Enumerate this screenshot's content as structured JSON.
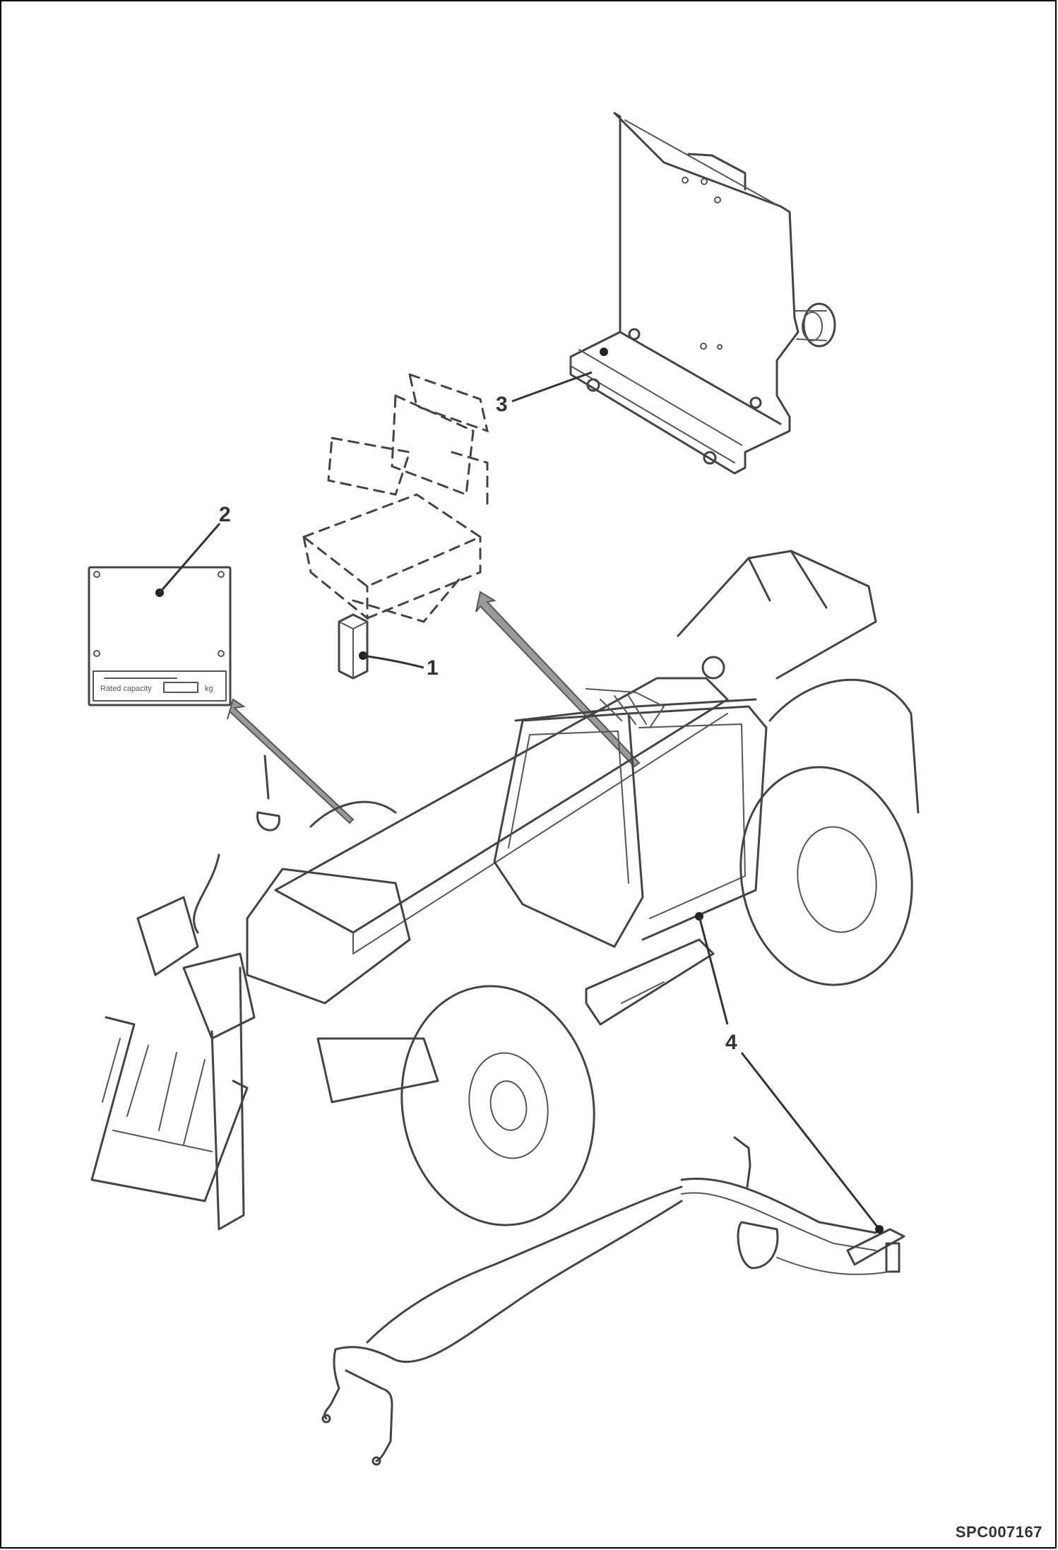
{
  "document": {
    "reference_code": "SPC007167",
    "type": "exploded-parts-illustration",
    "subject": "Telescopic handler accessory kit"
  },
  "callouts": [
    {
      "number": "1",
      "part": "seat-mounting-block"
    },
    {
      "number": "2",
      "part": "information-plate"
    },
    {
      "number": "3",
      "part": "seat-mounting-bracket"
    },
    {
      "number": "4",
      "part": "hydraulic-hose-harness"
    }
  ],
  "plate": {
    "label_text": "Rated capacity",
    "unit": "kg"
  },
  "colors": {
    "line": "#444444",
    "arrow_fill": "#9a9a9a",
    "background": "#ffffff",
    "border": "#000000"
  }
}
